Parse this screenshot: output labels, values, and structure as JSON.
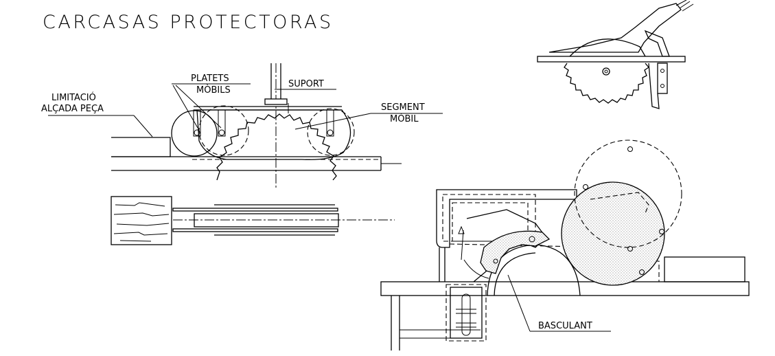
{
  "title": "CARCASAS PROTECTORAS",
  "labels": {
    "limitacio_line1": "LIMITACIÓ",
    "limitacio_line2": "ALÇADA PEÇA",
    "platets_line1": "PLATETS",
    "platets_line2": "MÒBILS",
    "suport": "SUPORT",
    "segment_line1": "SEGMENT",
    "segment_line2": "MÒBIL",
    "basculant": "BASCULANT"
  }
}
